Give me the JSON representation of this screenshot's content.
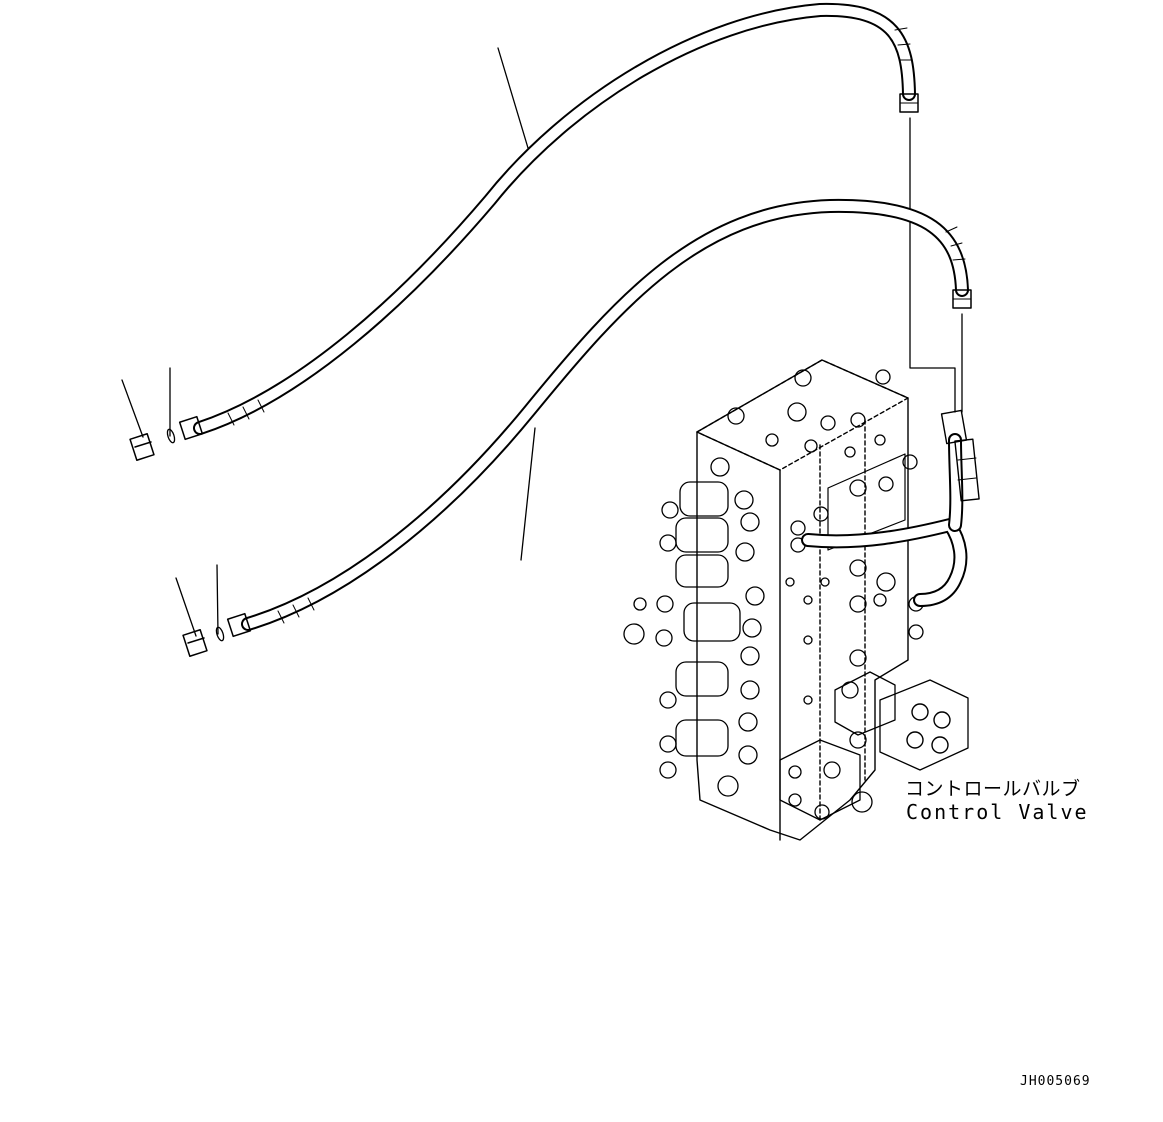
{
  "labels": {
    "part_name_jp": "コントロールバルブ",
    "part_name_en": "Control Valve",
    "drawing_code": "JH005069"
  },
  "parts": [
    "upper-hose",
    "lower-hose",
    "upper-plug",
    "upper-o-ring",
    "lower-plug",
    "lower-o-ring",
    "control-valve",
    "elbow-tube"
  ],
  "colors": {
    "line": "#000000",
    "background": "#ffffff"
  }
}
